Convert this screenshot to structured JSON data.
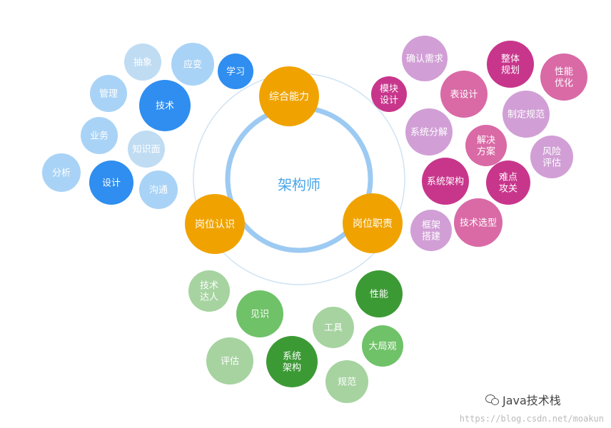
{
  "center": {
    "label": "架构师"
  },
  "hubs": [
    {
      "id": "hub-comprehensive",
      "label": "综合能力"
    },
    {
      "id": "hub-cognition",
      "label": "岗位认识"
    },
    {
      "id": "hub-duty",
      "label": "岗位职责"
    }
  ],
  "nodes": [
    {
      "id": "abstract",
      "lines": [
        "抽象"
      ]
    },
    {
      "id": "adapt",
      "lines": [
        "应变"
      ]
    },
    {
      "id": "learn",
      "lines": [
        "学习"
      ]
    },
    {
      "id": "manage",
      "lines": [
        "管理"
      ]
    },
    {
      "id": "tech",
      "lines": [
        "技术"
      ]
    },
    {
      "id": "business",
      "lines": [
        "业务"
      ]
    },
    {
      "id": "knowledge",
      "lines": [
        "知识面"
      ]
    },
    {
      "id": "analysis",
      "lines": [
        "分析"
      ]
    },
    {
      "id": "design",
      "lines": [
        "设计"
      ]
    },
    {
      "id": "communicate",
      "lines": [
        "沟通"
      ]
    },
    {
      "id": "confirm-req",
      "lines": [
        "确认需求"
      ]
    },
    {
      "id": "modular",
      "lines": [
        "模块",
        "设计"
      ]
    },
    {
      "id": "whole-plan",
      "lines": [
        "整体",
        "规划"
      ]
    },
    {
      "id": "perf-opt",
      "lines": [
        "性能",
        "优化"
      ]
    },
    {
      "id": "table-design",
      "lines": [
        "表设计"
      ]
    },
    {
      "id": "standards",
      "lines": [
        "制定规范"
      ]
    },
    {
      "id": "sys-decomp",
      "lines": [
        "系统分解"
      ]
    },
    {
      "id": "solution",
      "lines": [
        "解决",
        "方案"
      ]
    },
    {
      "id": "risk",
      "lines": [
        "风险",
        "评估"
      ]
    },
    {
      "id": "sys-arch-duty",
      "lines": [
        "系统架构"
      ]
    },
    {
      "id": "tough",
      "lines": [
        "难点",
        "攻关"
      ]
    },
    {
      "id": "framework",
      "lines": [
        "框架",
        "搭建"
      ]
    },
    {
      "id": "tech-select",
      "lines": [
        "技术选型"
      ]
    },
    {
      "id": "tech-expert",
      "lines": [
        "技术",
        "达人"
      ]
    },
    {
      "id": "performance",
      "lines": [
        "性能"
      ]
    },
    {
      "id": "insight",
      "lines": [
        "见识"
      ]
    },
    {
      "id": "tools",
      "lines": [
        "工具"
      ]
    },
    {
      "id": "big-picture",
      "lines": [
        "大局观"
      ]
    },
    {
      "id": "evaluate",
      "lines": [
        "评估"
      ]
    },
    {
      "id": "sys-arch-cog",
      "lines": [
        "系统",
        "架构"
      ]
    },
    {
      "id": "norms",
      "lines": [
        "规范"
      ]
    }
  ],
  "colors": {
    "hub": "#f0a300",
    "blue_dark": "#2f8ef0",
    "blue_light": "#a9d3f6",
    "blue_pale": "#bfdcf3",
    "magenta": "#c8368c",
    "pink": "#d96aa6",
    "lilac": "#d19fd6",
    "green_dark": "#3c9a35",
    "green_mid": "#6fc268",
    "green_pale": "#a6d3a0"
  },
  "brand": {
    "text": "Java技术栈"
  },
  "watermark": {
    "text": "https://blog.csdn.net/moakun"
  }
}
